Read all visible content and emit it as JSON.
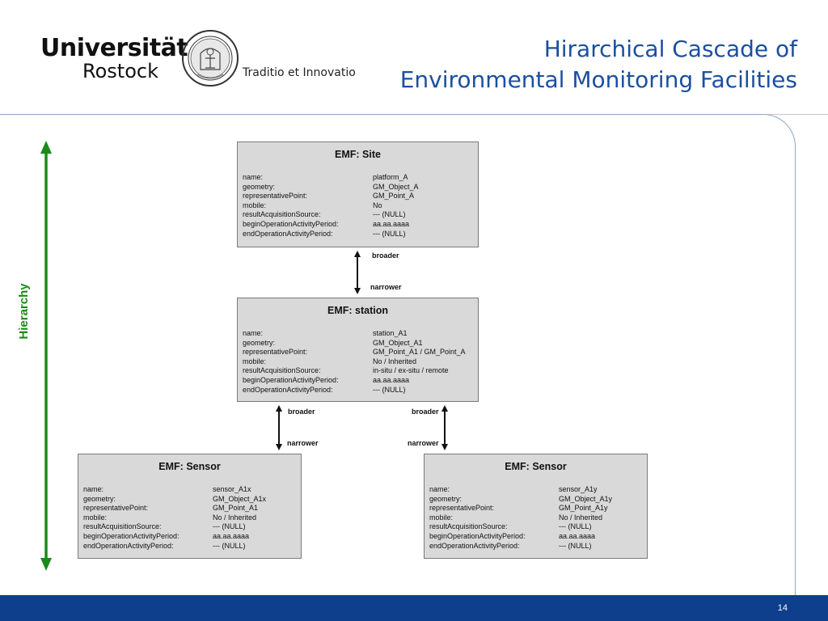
{
  "header": {
    "university": "Universität",
    "city": "Rostock",
    "motto": "Traditio et Innovatio",
    "title_line1": "Hirarchical Cascade of",
    "title_line2": "Environmental Monitoring Facilities"
  },
  "colors": {
    "title": "#1b4fa0",
    "footer": "#0d3f8c",
    "hierarchy_arrow": "#1a8a1a",
    "box_fill": "#d9d9d9",
    "box_border": "#7a7a7a"
  },
  "hierarchy_label": "Hierarchy",
  "boxes": {
    "site": {
      "title": "EMF: Site",
      "rows": [
        {
          "k": "name:",
          "v": "platform_A"
        },
        {
          "k": "geometry:",
          "v": "GM_Object_A"
        },
        {
          "k": "representativePoint:",
          "v": "GM_Point_A"
        },
        {
          "k": "mobile:",
          "v": "No"
        },
        {
          "k": "resultAcquisitionSource:",
          "v": "--- (NULL)"
        },
        {
          "k": "beginOperationActivityPeriod:",
          "v": "aa.aa.aaaa"
        },
        {
          "k": "endOperationActivityPeriod:",
          "v": "--- (NULL)"
        }
      ]
    },
    "station": {
      "title": "EMF: station",
      "rows": [
        {
          "k": "name:",
          "v": "station_A1"
        },
        {
          "k": "geometry:",
          "v": "GM_Object_A1"
        },
        {
          "k": "representativePoint:",
          "v": "GM_Point_A1 /  GM_Point_A"
        },
        {
          "k": "mobile:",
          "v": "No / Inherited"
        },
        {
          "k": "resultAcquisitionSource:",
          "v": "in-situ / ex-situ / remote"
        },
        {
          "k": "beginOperationActivityPeriod:",
          "v": "aa.aa.aaaa"
        },
        {
          "k": "endOperationActivityPeriod:",
          "v": "--- (NULL)"
        }
      ]
    },
    "sensor_left": {
      "title": "EMF: Sensor",
      "rows": [
        {
          "k": "name:",
          "v": "sensor_A1x"
        },
        {
          "k": "geometry:",
          "v": "GM_Object_A1x"
        },
        {
          "k": "representativePoint:",
          "v": "GM_Point_A1"
        },
        {
          "k": "mobile:",
          "v": "No / Inherited"
        },
        {
          "k": "resultAcquisitionSource:",
          "v": "--- (NULL)"
        },
        {
          "k": "beginOperationActivityPeriod:",
          "v": "aa.aa.aaaa"
        },
        {
          "k": "endOperationActivityPeriod:",
          "v": "--- (NULL)"
        }
      ]
    },
    "sensor_right": {
      "title": "EMF: Sensor",
      "rows": [
        {
          "k": "name:",
          "v": "sensor_A1y"
        },
        {
          "k": "geometry:",
          "v": "GM_Object_A1y"
        },
        {
          "k": "representativePoint:",
          "v": "GM_Point_A1y"
        },
        {
          "k": "mobile:",
          "v": "No / Inherited"
        },
        {
          "k": "resultAcquisitionSource:",
          "v": "--- (NULL)"
        },
        {
          "k": "beginOperationActivityPeriod:",
          "v": "aa.aa.aaaa"
        },
        {
          "k": "endOperationActivityPeriod:",
          "v": "--- (NULL)"
        }
      ]
    }
  },
  "links": {
    "site_station": {
      "top": "broader",
      "bottom": "narrower"
    },
    "station_sensor_left": {
      "top": "broader",
      "bottom": "narrower"
    },
    "station_sensor_right": {
      "top": "broader",
      "bottom": "narrower"
    }
  },
  "footer": {
    "page_number": "14"
  }
}
